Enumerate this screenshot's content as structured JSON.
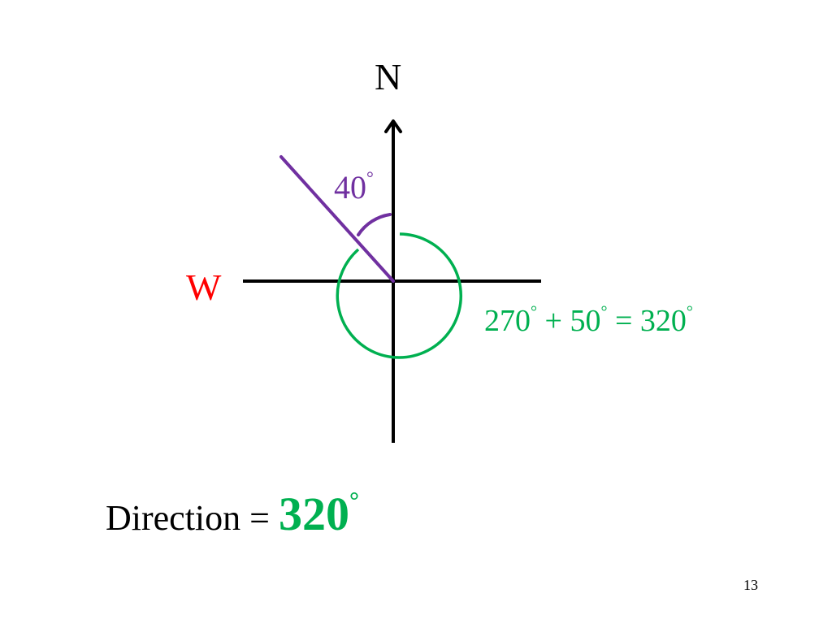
{
  "labels": {
    "north": "N",
    "west": "W",
    "angle_value": "40",
    "degree_symbol": "°",
    "calc_a": "270",
    "calc_op1": " + ",
    "calc_b": "50",
    "calc_op2": " = ",
    "calc_result": "320",
    "direction_prefix": "Direction = ",
    "direction_value": "320",
    "page_number": "13"
  },
  "colors": {
    "axes": "#000000",
    "bearing_line": "#7030a0",
    "angle_arc": "#7030a0",
    "full_circle": "#00b050",
    "west_label": "#ff0000",
    "angle_label": "#7030a0",
    "calc_text": "#00b050",
    "answer": "#00b050"
  }
}
